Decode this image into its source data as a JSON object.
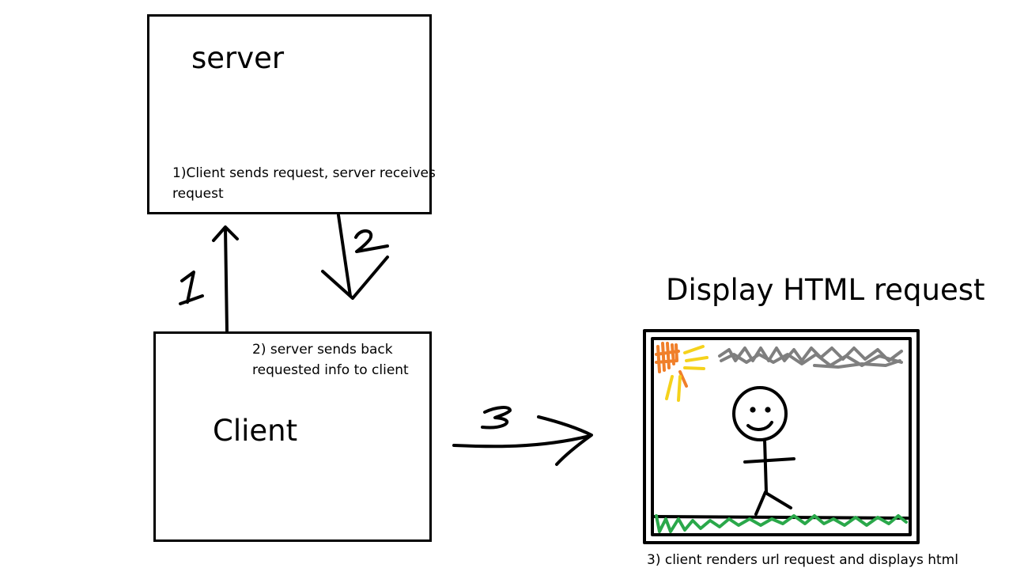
{
  "server": {
    "title": "server",
    "note_line1": "1)Client sends request, server receives",
    "note_line2": "request"
  },
  "client": {
    "title": "Client",
    "note_line1": "2) server sends back",
    "note_line2": "requested info to client"
  },
  "arrows": {
    "step1": "1",
    "step2": "2",
    "step3": "3"
  },
  "display": {
    "title": "Display HTML request",
    "caption": "3) client renders url request and displays html"
  },
  "colors": {
    "ink": "#000000",
    "sun_orange": "#f07f2a",
    "sun_yellow": "#f5d21c",
    "cloud_gray": "#7f7f7f",
    "grass_green": "#2aa84a"
  }
}
